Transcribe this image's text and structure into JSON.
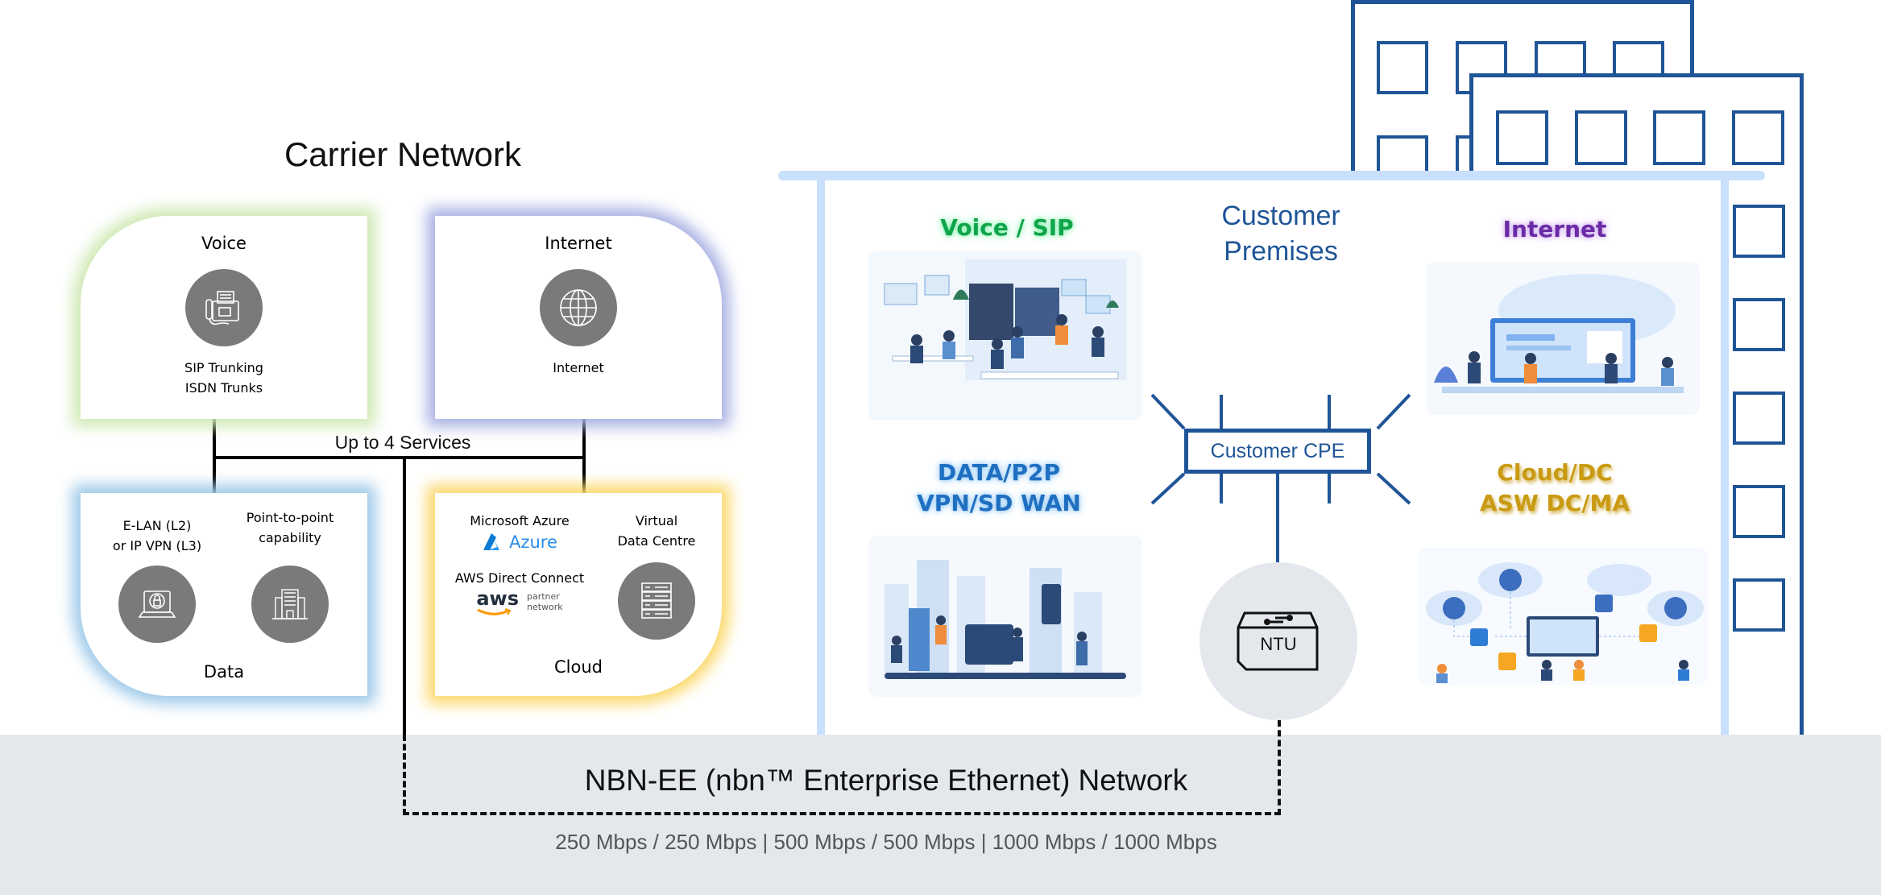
{
  "carrier_network": {
    "title": "Carrier Network",
    "connector_label": "Up to 4 Services",
    "services": {
      "voice": {
        "title": "Voice",
        "icon": "fax-icon",
        "lines": [
          "SIP Trunking",
          "ISDN Trunks"
        ],
        "glow_color": "#cfe9b5"
      },
      "internet": {
        "title": "Internet",
        "icon": "globe-icon",
        "caption": "Internet",
        "glow_color": "#a9b2e3"
      },
      "data": {
        "title": "Data",
        "left_caption": [
          "E-LAN (L2)",
          "or IP VPN (L3)"
        ],
        "left_icon": "secure-laptop-icon",
        "right_caption": [
          "Point-to-point",
          "capability"
        ],
        "right_icon": "office-building-icon",
        "glow_color": "#9ec9ea"
      },
      "cloud": {
        "title": "Cloud",
        "azure_caption": "Microsoft Azure",
        "azure_logo_text": "Azure",
        "aws_caption": "AWS Direct Connect",
        "aws_logo_text": "aws",
        "aws_partner_line1": "partner",
        "aws_partner_line2": "network",
        "vdc_caption": [
          "Virtual",
          "Data Centre"
        ],
        "vdc_icon": "server-rack-icon",
        "glow_color": "#fbd86b"
      }
    }
  },
  "customer_premises": {
    "title_line1": "Customer",
    "title_line2": "Premises",
    "cpe_label": "Customer CPE",
    "ntu_label": "NTU",
    "quadrants": {
      "voice": {
        "label": "Voice / SIP",
        "color": "#0fa54a",
        "illustration": "office-team-illustration"
      },
      "internet": {
        "label": "Internet",
        "color": "#6b2ba6",
        "illustration": "internet-workspace-illustration"
      },
      "data": {
        "label_line1": "DATA/P2P",
        "label_line2": "VPN/SD WAN",
        "color": "#1f6fc1",
        "illustration": "city-data-illustration"
      },
      "cloud": {
        "label_line1": "Cloud/DC",
        "label_line2": "ASW DC/MA",
        "color": "#c99a12",
        "illustration": "cloud-network-illustration"
      }
    }
  },
  "nbn": {
    "title": "NBN-EE (nbn™ Enterprise Ethernet) Network",
    "speeds": "250 Mbps / 250 Mbps | 500 Mbps / 500 Mbps | 1000 Mbps / 1000 Mbps"
  },
  "colors": {
    "building_blue": "#1f5597",
    "frame_light_blue": "#c8e0fb",
    "band_gray": "#e4e8ed"
  }
}
